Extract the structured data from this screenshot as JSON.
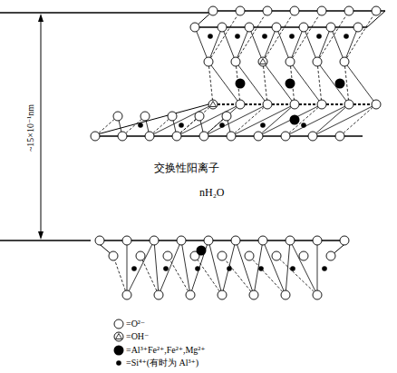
{
  "diagram": {
    "labels": [
      "~15×10⁻¹nm",
      "交换性阳离子",
      "nH₂O"
    ],
    "legend": [
      {
        "text": "=O²⁻"
      },
      {
        "text": "=OH⁻"
      },
      {
        "text": "=Al³⁺Fe²⁺,Fe²⁺,Mg²⁺"
      },
      {
        "text": "=Si⁴⁺(有时为 Al³⁺)"
      }
    ]
  }
}
